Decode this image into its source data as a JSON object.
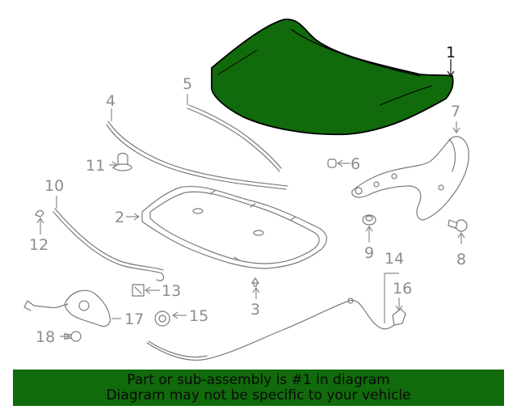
{
  "diagram": {
    "highlight_color": "#116a0b",
    "callouts": {
      "c1": "1",
      "c2": "2",
      "c3": "3",
      "c4": "4",
      "c5": "5",
      "c6": "6",
      "c7": "7",
      "c8": "8",
      "c9": "9",
      "c10": "10",
      "c11": "11",
      "c12": "12",
      "c13": "13",
      "c14": "14",
      "c15": "15",
      "c16": "16",
      "c17": "17",
      "c18": "18"
    }
  },
  "footer": {
    "line1": "Part or sub-assembly is #1 in diagram",
    "line2": "Diagram may not be specific to your vehicle"
  }
}
